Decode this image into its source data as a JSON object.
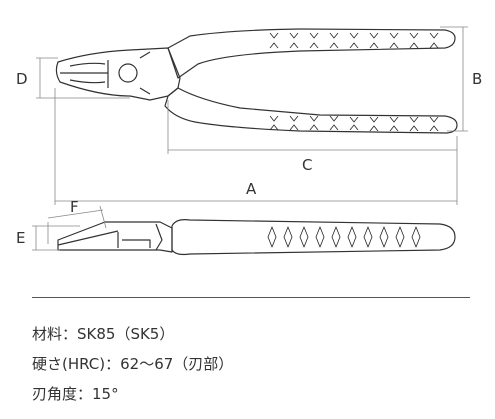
{
  "dimension_labels": {
    "A": "A",
    "B": "B",
    "C": "C",
    "D": "D",
    "E": "E",
    "F": "F"
  },
  "specs": [
    "材料：SK85（SK5）",
    "硬さ(HRC)：62〜67（刃部）",
    "刃角度：15°"
  ],
  "colors": {
    "line": "#333333",
    "dimension_line": "#888888",
    "divider": "#555555"
  }
}
